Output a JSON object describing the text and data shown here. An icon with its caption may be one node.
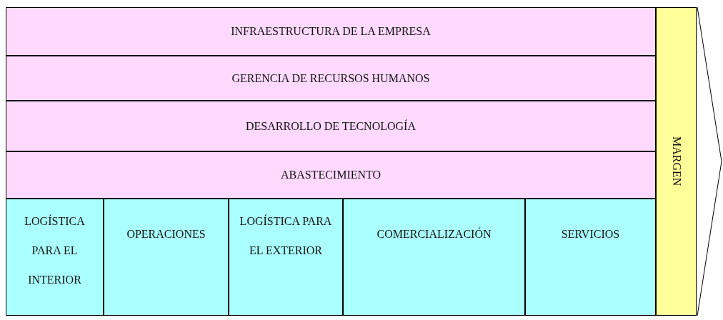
{
  "diagram": {
    "nodes": [
      {
        "text": [
          "INFRAESTRUCTURA DE LA EMPRESA"
        ]
      },
      {
        "text": [
          "GERENCIA DE RECURSOS HUMANOS"
        ]
      },
      {
        "text": [
          "DESARROLLO DE TECNOLOGÍA"
        ]
      },
      {
        "text": [
          "ABASTECIMIENTO"
        ]
      },
      {
        "text": [
          "LOGÍSTICA PARA EL INTERIOR"
        ]
      },
      {
        "text": [
          "OPERACIONES"
        ]
      },
      {
        "text": [
          "LOGÍSTICA PARA EL EXTERIOR"
        ]
      },
      {
        "text": [
          "COMERCIALIZACIÓN"
        ]
      },
      {
        "text": [
          "SERVICIOS"
        ]
      },
      {
        "text": [
          "MARGEN"
        ]
      }
    ],
    "edges": []
  }
}
